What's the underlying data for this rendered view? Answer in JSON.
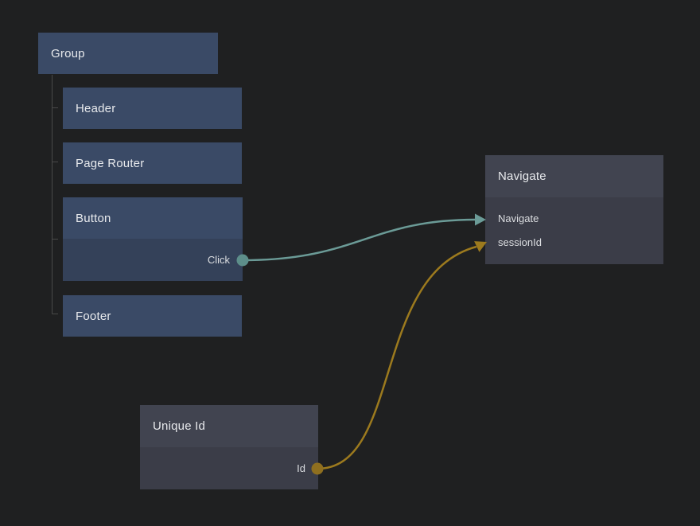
{
  "colors": {
    "bg": "#1f2021",
    "blue_title": "#3a4a66",
    "blue_body": "#344159",
    "gray_title": "#414450",
    "gray_body": "#3b3d48",
    "wire_teal": "#6b9b97",
    "port_teal": "#5d8e8a",
    "wire_orange": "#9c7a1e",
    "port_orange": "#8f6f1f",
    "tree_line": "#494949",
    "title_text": "#e8eaed",
    "port_text": "#dcdee1"
  },
  "nodes": {
    "group": {
      "title": "Group"
    },
    "header": {
      "title": "Header"
    },
    "page_router": {
      "title": "Page Router"
    },
    "button": {
      "title": "Button",
      "output": {
        "label": "Click"
      }
    },
    "footer": {
      "title": "Footer"
    },
    "navigate": {
      "title": "Navigate",
      "inputs": [
        {
          "label": "Navigate"
        },
        {
          "label": "sessionId"
        }
      ]
    },
    "unique_id": {
      "title": "Unique Id",
      "output": {
        "label": "Id"
      }
    }
  },
  "hierarchy": {
    "parent": "Group",
    "children": [
      "Header",
      "Page Router",
      "Button",
      "Footer"
    ]
  },
  "connections": [
    {
      "from": "Button.Click",
      "to": "Navigate.Navigate",
      "color": "teal"
    },
    {
      "from": "Unique Id.Id",
      "to": "Navigate.sessionId",
      "color": "orange"
    }
  ]
}
